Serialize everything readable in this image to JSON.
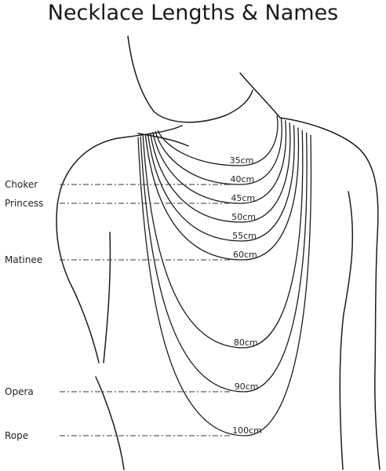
{
  "title": "Necklace Lengths & Names",
  "lengths": [
    {
      "label": "35cm",
      "cm": 35
    },
    {
      "label": "40cm",
      "cm": 40
    },
    {
      "label": "45cm",
      "cm": 45
    },
    {
      "label": "50cm",
      "cm": 50
    },
    {
      "label": "55cm",
      "cm": 55
    },
    {
      "label": "60cm",
      "cm": 60
    },
    {
      "label": "80cm",
      "cm": 80
    },
    {
      "label": "90cm",
      "cm": 90
    },
    {
      "label": "100cm",
      "cm": 100
    }
  ],
  "styles": [
    {
      "name": "Choker",
      "cm": 40
    },
    {
      "name": "Princess",
      "cm": 45
    },
    {
      "name": "Matinee",
      "cm": 60
    },
    {
      "name": "Opera",
      "cm": 90
    },
    {
      "name": "Rope",
      "cm": 100
    }
  ]
}
